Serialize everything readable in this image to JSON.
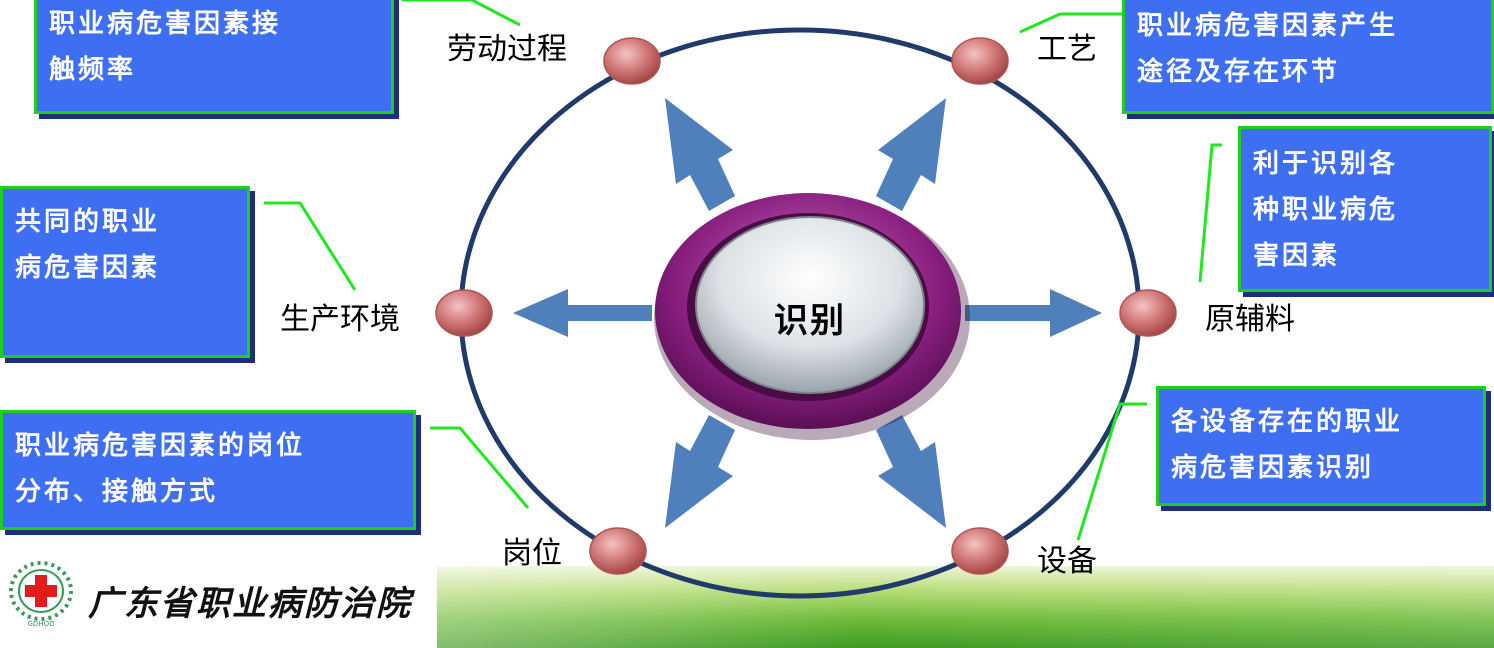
{
  "center": {
    "label": "识别"
  },
  "nodes": [
    {
      "id": "labor",
      "label": "劳动过程"
    },
    {
      "id": "process",
      "label": "工艺"
    },
    {
      "id": "materials",
      "label": "原辅料"
    },
    {
      "id": "equipment",
      "label": "设备"
    },
    {
      "id": "post",
      "label": "岗位"
    },
    {
      "id": "environment",
      "label": "生产环境"
    }
  ],
  "callouts": [
    {
      "id": "labor",
      "lines": [
        "职业病危害因素接",
        "触频率"
      ]
    },
    {
      "id": "process",
      "lines": [
        "职业病危害因素产生",
        "途径及存在环节"
      ]
    },
    {
      "id": "materials",
      "lines": [
        "利于识别各",
        "种职业病危",
        "害因素"
      ]
    },
    {
      "id": "equipment",
      "lines": [
        "各设备存在的职业",
        "病危害因素识别"
      ]
    },
    {
      "id": "post",
      "lines": [
        "职业病危害因素的岗位",
        "分布、接触方式"
      ]
    },
    {
      "id": "environment",
      "lines": [
        "共同的职业",
        "病危害因素"
      ]
    }
  ],
  "organization": {
    "name": "广东省职业病防治院",
    "logo_icon": "red-cross-wreath-icon",
    "logo_text": "GDHOD"
  },
  "colors": {
    "callout_fill": "#3e6ff2",
    "callout_border": "#1fcf1f",
    "ring": "#1f3a6b",
    "arrow": "#4f80bc",
    "node": "#c96565",
    "center_ring": "#7b1a73"
  }
}
